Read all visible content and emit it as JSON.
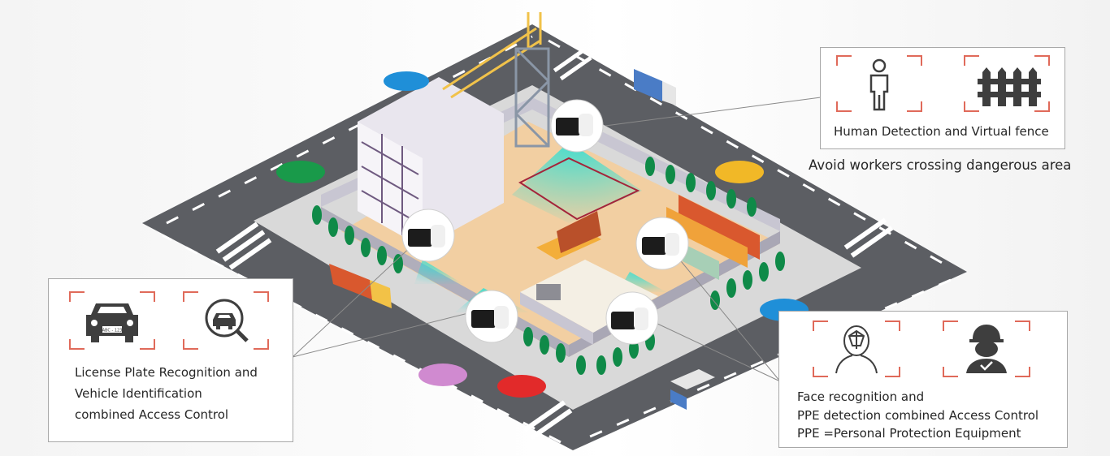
{
  "callouts": {
    "human": {
      "caption": "Human Detection and Virtual fence",
      "note": "Avoid workers crossing dangerous area",
      "icons": [
        "person-icon",
        "fence-icon"
      ]
    },
    "plate": {
      "line1": "License Plate Recognition and",
      "line2": "Vehicle Identification",
      "line3": "combined Access Control",
      "icons": [
        "car-plate-icon",
        "car-search-icon"
      ],
      "plate_text": "ABC - 123"
    },
    "face": {
      "line1": "Face recognition and",
      "line2": "PPE detection combined Access Control",
      "line3": "PPE =Personal Protection Equipment",
      "icons": [
        "face-scan-icon",
        "helmet-worker-icon"
      ]
    }
  },
  "colors": {
    "accent_red": "#e06a5a",
    "icon_gray": "#3e3e3e",
    "road": "#5c5e63",
    "ground": "#f2cfa2",
    "detection_zone": "#22e0d8",
    "sidewalk": "#d6d6d6"
  }
}
